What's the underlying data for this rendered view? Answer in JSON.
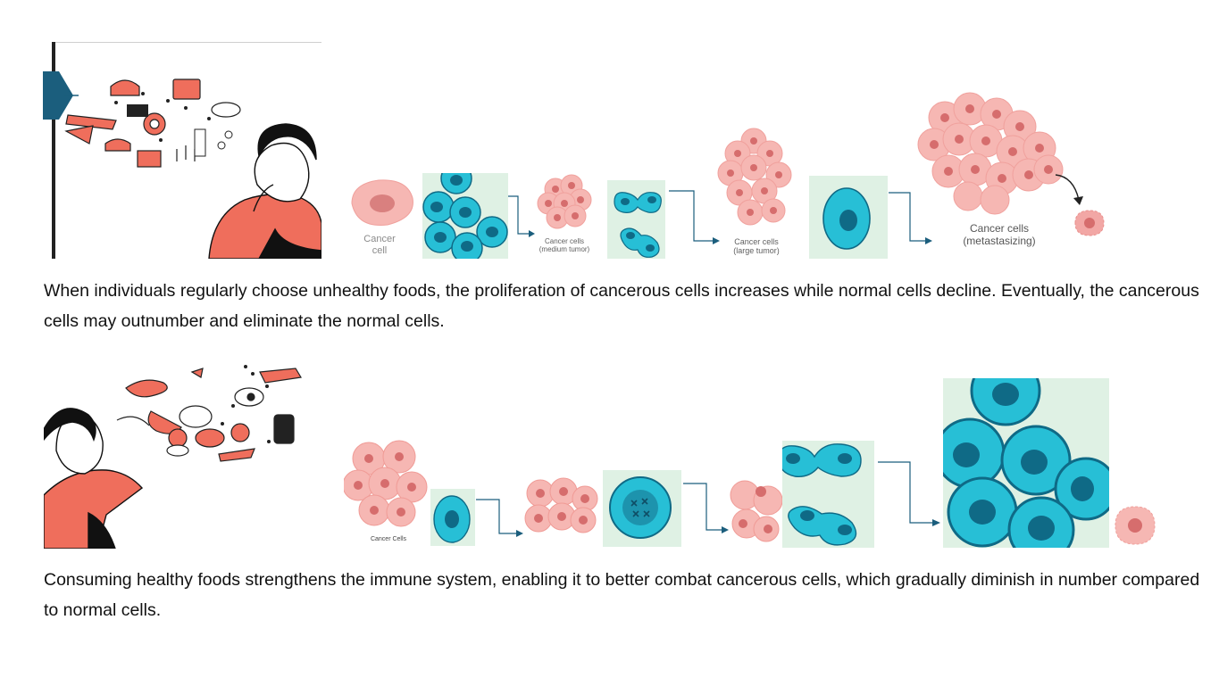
{
  "sections": [
    {
      "id": "unhealthy",
      "captions": {
        "cancer_cell": "Cancer\ncell",
        "medium": "Cancer cells\n(medium tumor)",
        "large": "Cancer cells\n(large tumor)",
        "metastasizing": "Cancer cells\n(metastasizing)"
      },
      "paragraph": "When individuals regularly choose unhealthy foods, the proliferation of cancerous cells increases while normal cells decline. Eventually, the cancerous cells may outnumber and eliminate the normal cells."
    },
    {
      "id": "healthy",
      "captions": {
        "cancer_cells": "Cancer Cells"
      },
      "paragraph": "Consuming healthy foods strengthens the immune system, enabling it to better combat cancerous cells, which gradually diminish in number compared to normal cells."
    }
  ],
  "colors": {
    "normal_cell": "#27bfd6",
    "normal_nucleus": "#0f6a86",
    "cancer_cell": "#f2a7a5",
    "cancer_nucleus": "#d66d6d",
    "arrow": "#1b5e7d",
    "panel_bg": "#dff1e4",
    "illustration_red": "#ef6e5c"
  }
}
